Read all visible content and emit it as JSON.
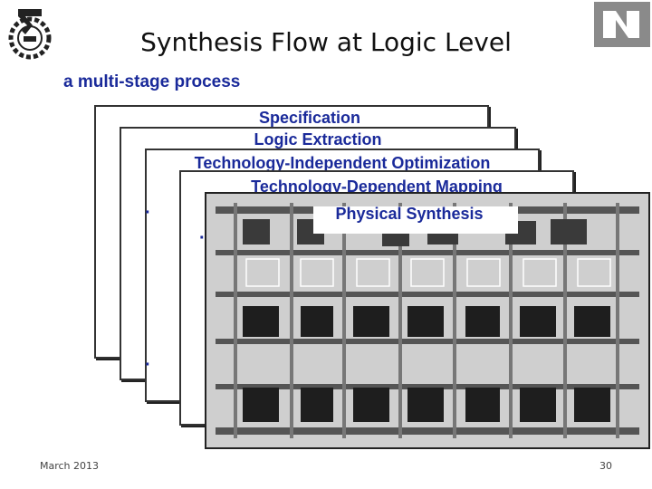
{
  "slide": {
    "title": "Synthesis Flow at Logic Level",
    "subtitle": "a multi-stage process"
  },
  "stages": [
    {
      "label": "Specification"
    },
    {
      "label": "Logic Extraction"
    },
    {
      "label": "Technology-Independent Optimization"
    },
    {
      "label": "Technology-Dependent Mapping"
    },
    {
      "label": "Physical Synthesis"
    }
  ],
  "footer": {
    "date": "March 2013",
    "page": "30"
  },
  "colors": {
    "accent": "#1a2a9a"
  },
  "icons": [
    "technion-logo-icon",
    "institution-logo-icon"
  ]
}
